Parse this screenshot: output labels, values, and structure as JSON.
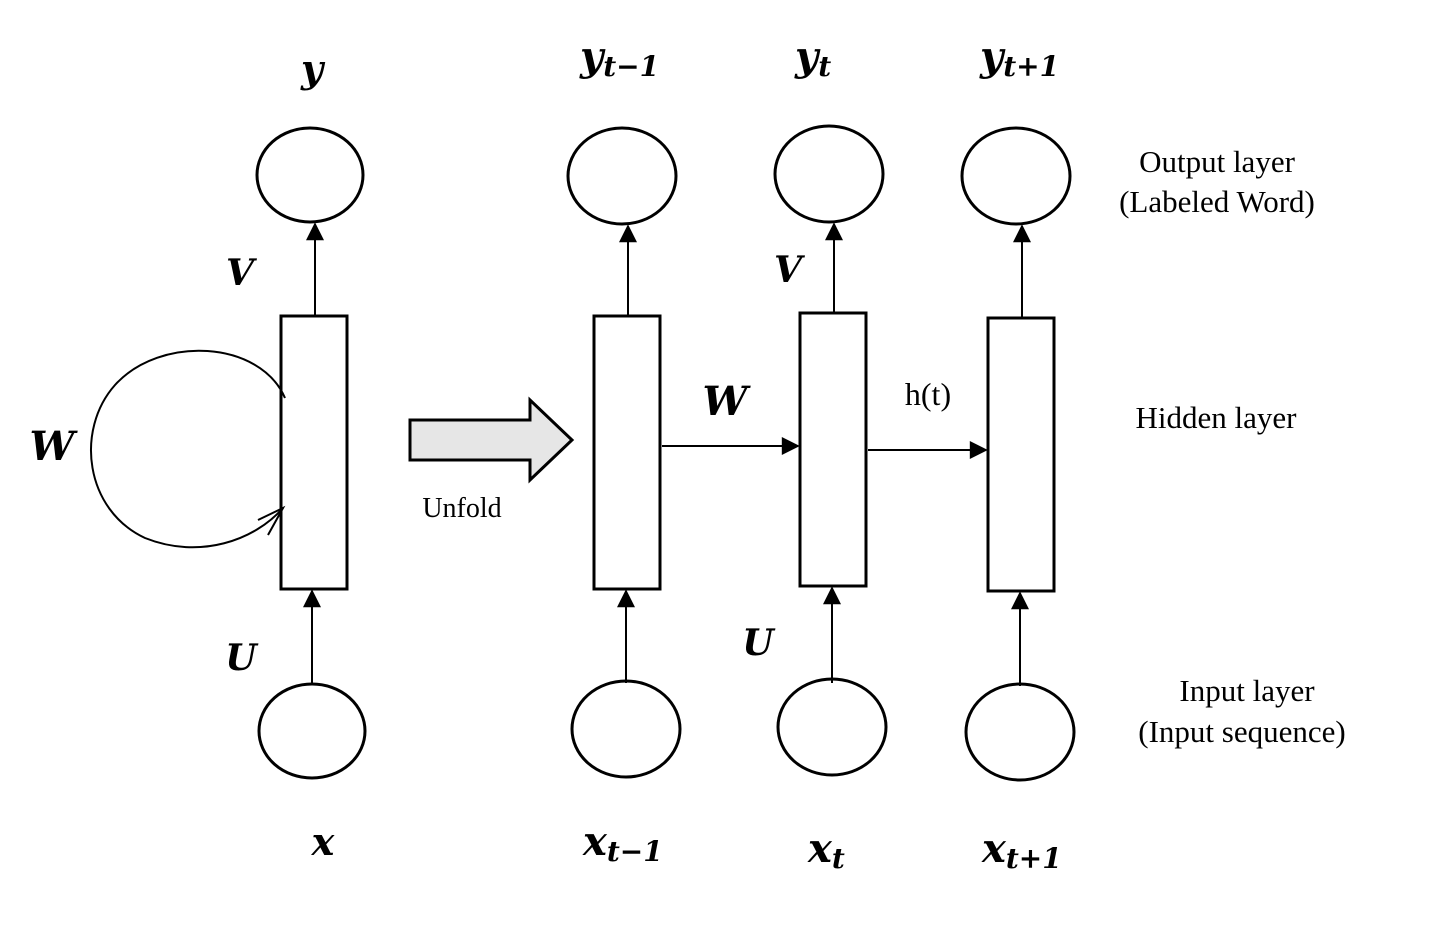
{
  "folded": {
    "output_label": "y",
    "input_label": "x",
    "weight_v": "V",
    "weight_u": "U",
    "weight_w": "W"
  },
  "unfold_label": "Unfold",
  "unrolled": {
    "outputs": [
      {
        "base": "y",
        "sub": "t−1"
      },
      {
        "base": "y",
        "sub": "t"
      },
      {
        "base": "y",
        "sub": "t+1"
      }
    ],
    "inputs": [
      {
        "base": "x",
        "sub": "t−1"
      },
      {
        "base": "x",
        "sub": "t"
      },
      {
        "base": "x",
        "sub": "t+1"
      }
    ],
    "weight_v": "V",
    "weight_u": "U",
    "weight_w": "W",
    "hidden_state_label": "h(t)"
  },
  "layer_labels": {
    "output_line1": "Output layer",
    "output_line2": "(Labeled Word)",
    "hidden": "Hidden layer",
    "input_line1": "Input layer",
    "input_line2": "(Input sequence)"
  },
  "colors": {
    "stroke": "#000000",
    "unfold_arrow_fill": "#e6e6e6"
  }
}
